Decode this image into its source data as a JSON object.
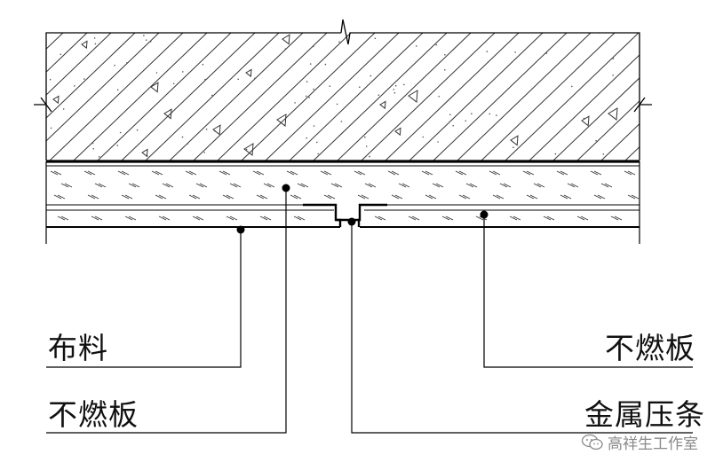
{
  "labels": {
    "fabric": "布料",
    "nonflammable_board_left": "不燃板",
    "nonflammable_board_right": "不燃板",
    "metal_strip": "金属压条"
  },
  "watermark": {
    "text": "高祥生工作室",
    "icon": "wechat-icon"
  },
  "colors": {
    "line": "#000000",
    "hatch": "#333333",
    "background": "#ffffff",
    "watermark": "#8a8a8a"
  }
}
